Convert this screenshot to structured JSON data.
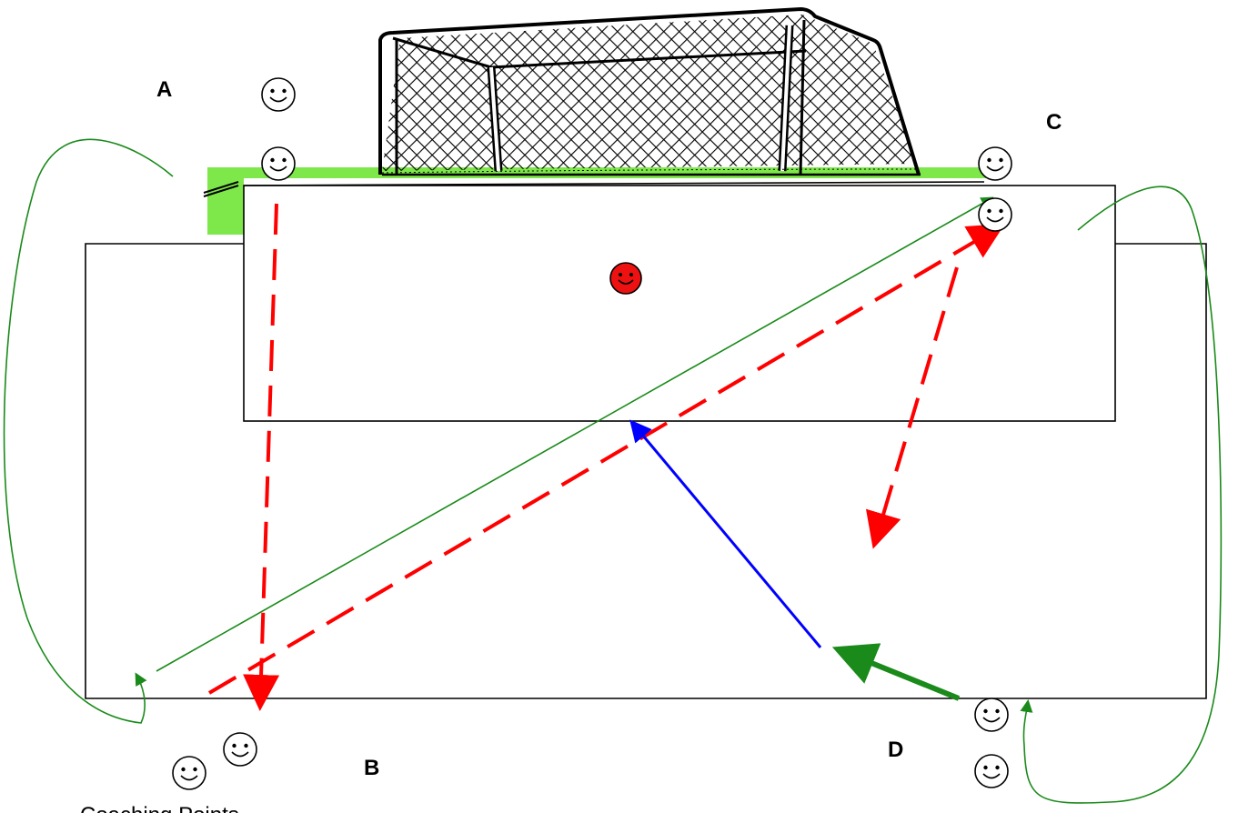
{
  "labels": {
    "a": "A",
    "b": "B",
    "c": "C",
    "d": "D"
  },
  "caption": "Coaching Points",
  "colors": {
    "field_line": "#000000",
    "grass": "#7ee84a",
    "goal_net": "#000000",
    "pass_dashed": "#ff0000",
    "run_thin": "#1a8a1a",
    "run_thick": "#1a8a1a",
    "shot": "#0000ff",
    "goalkeeper_face": "#ee1111",
    "player_face": "#ffffff"
  },
  "icons": {
    "player": "smiley-face-icon",
    "goalkeeper": "red-smiley-face-icon",
    "goal": "soccer-goal-net-icon"
  }
}
